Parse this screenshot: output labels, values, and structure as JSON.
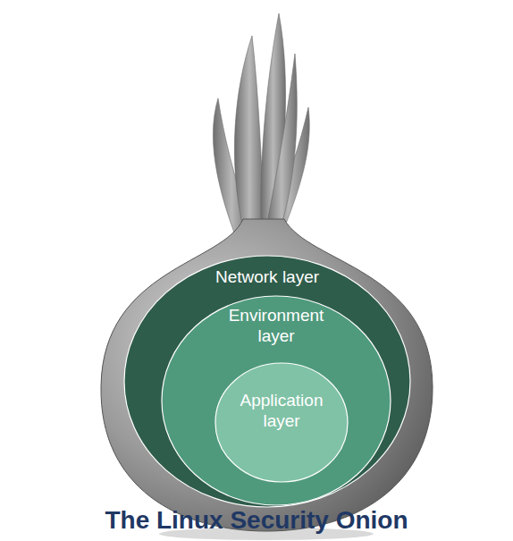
{
  "diagram": {
    "title": "The Linux Security Onion",
    "nodes": [
      {
        "text": [
          "Network layer"
        ]
      },
      {
        "text": [
          "Environment layer"
        ],
        "in": 0
      },
      {
        "text": [
          "Application layer"
        ],
        "in": 1
      }
    ]
  }
}
